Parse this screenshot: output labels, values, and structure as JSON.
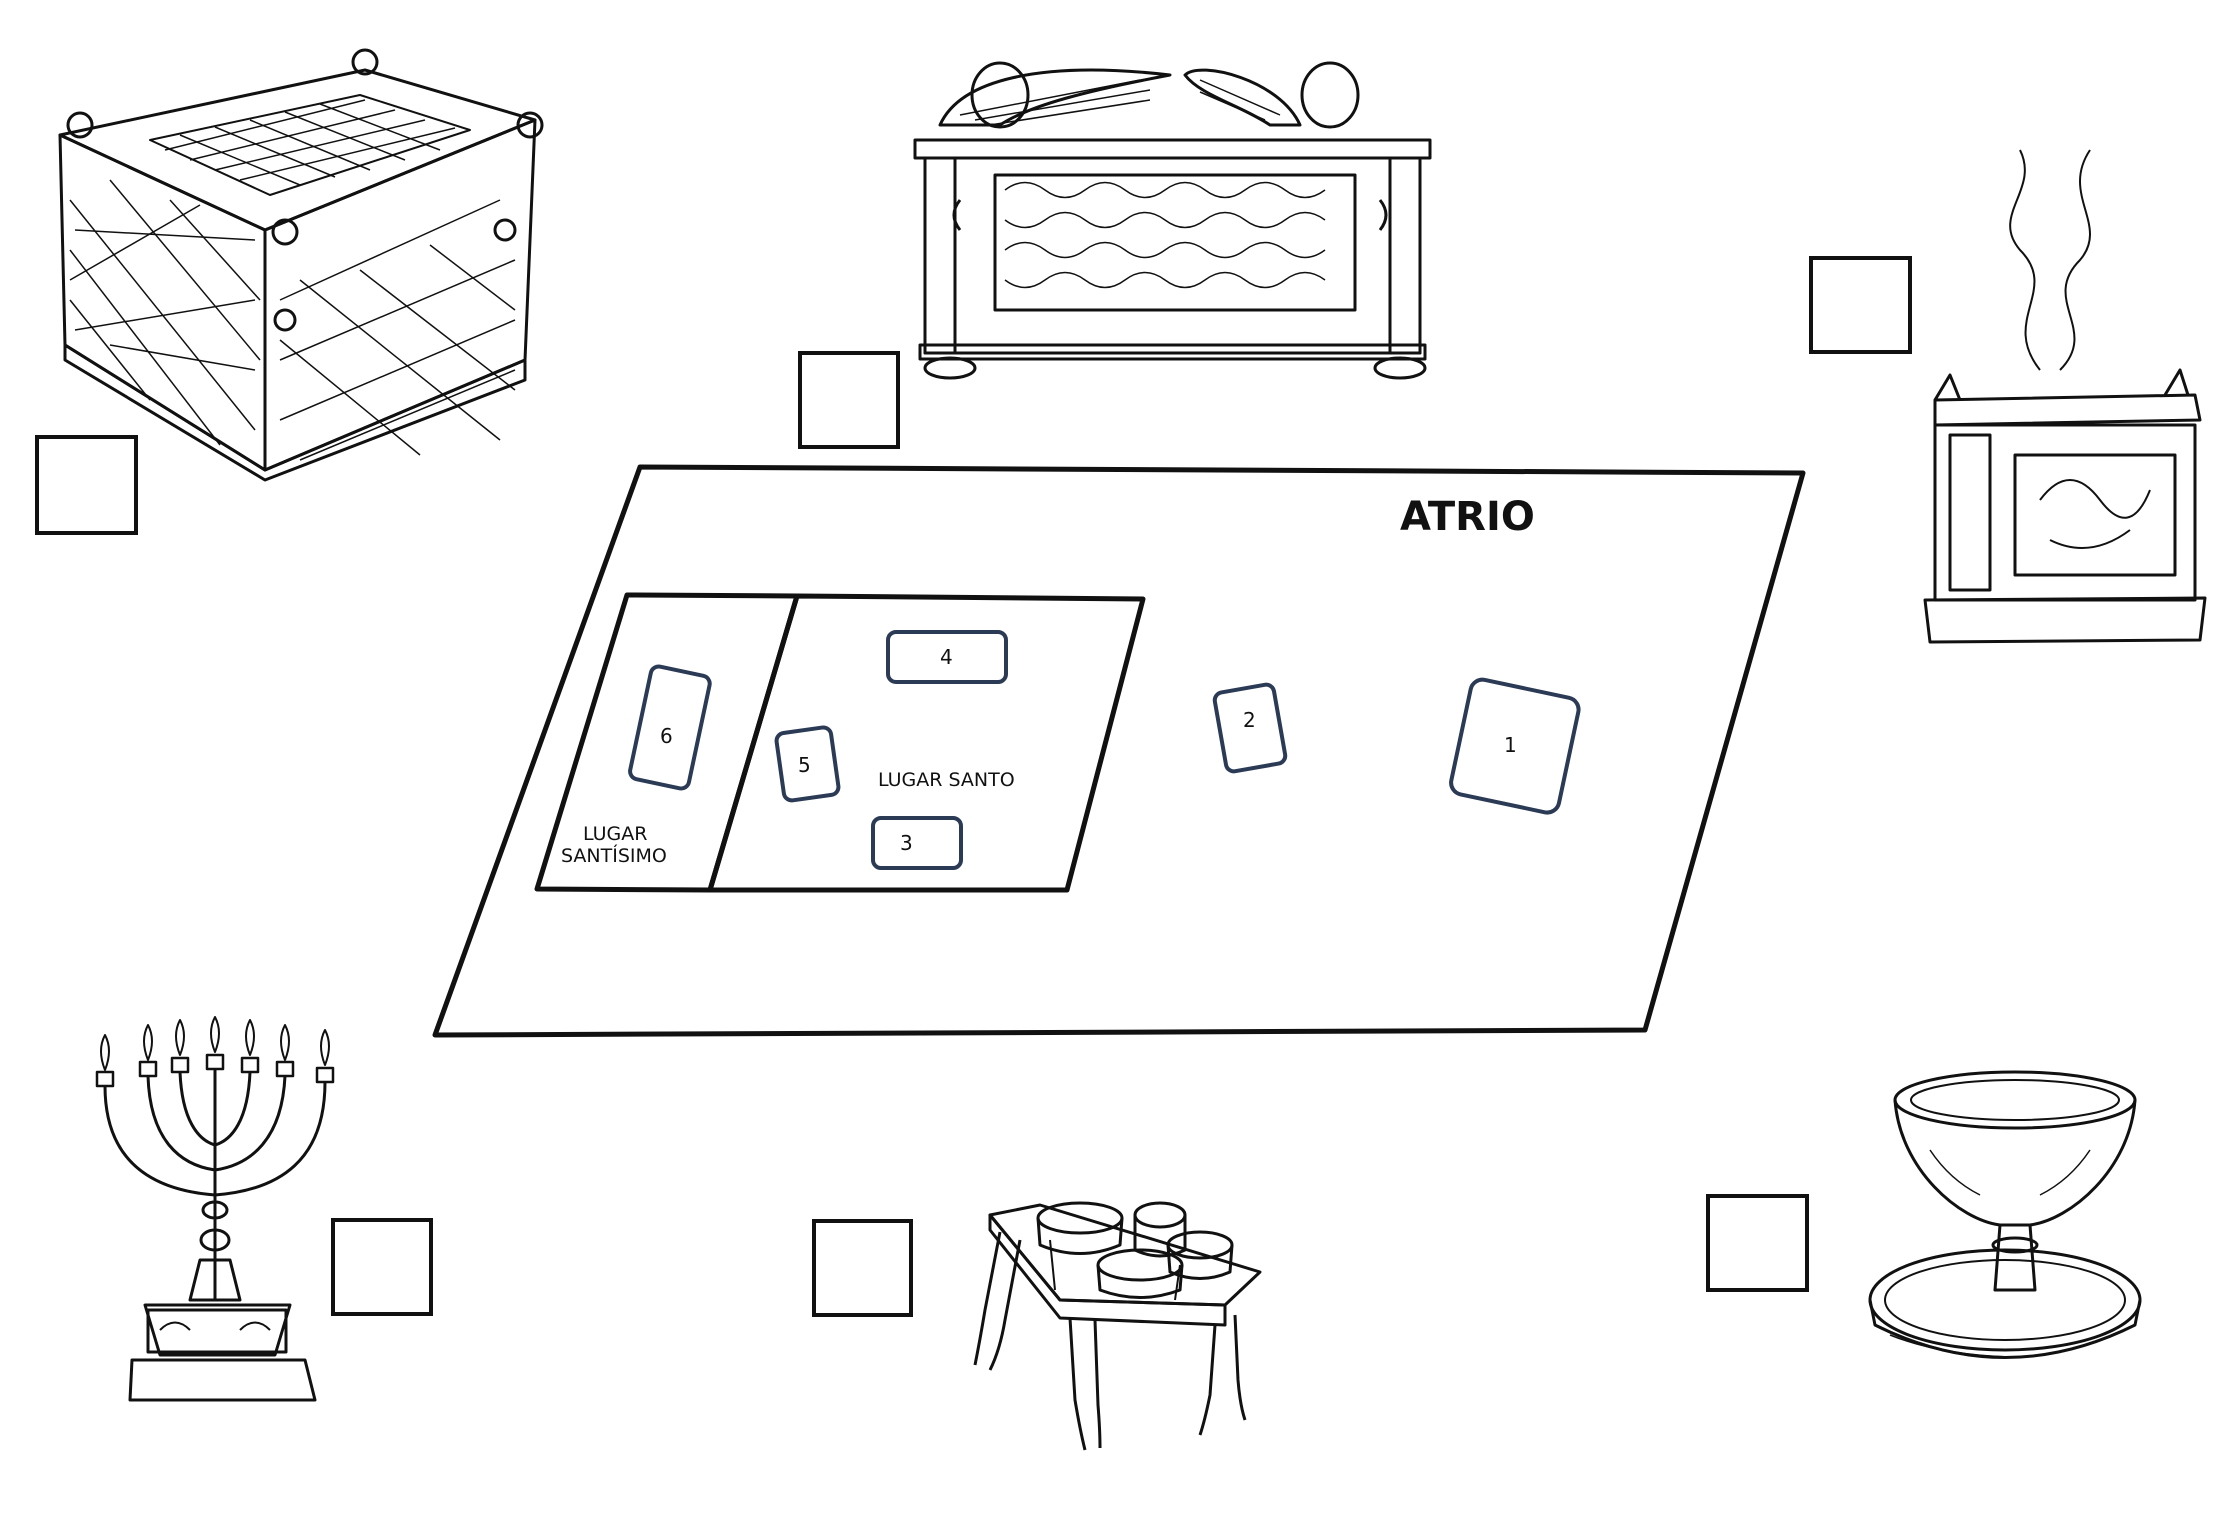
{
  "plan": {
    "court_label": "ATRIO",
    "holy_place_label": "LUGAR SANTO",
    "holiest_label_line1": "LUGAR",
    "holiest_label_line2": "SANTÍSIMO",
    "positions": {
      "p1": "1",
      "p2": "2",
      "p3": "3",
      "p4": "4",
      "p5": "5",
      "p6": "6"
    }
  },
  "colors": {
    "ink": "#111111",
    "slot_border": "#2b3a55",
    "paper": "#ffffff"
  },
  "illustrations": [
    "bronze-altar-icon",
    "ark-of-covenant-icon",
    "incense-altar-icon",
    "menorah-icon",
    "showbread-table-icon",
    "bronze-laver-icon"
  ]
}
